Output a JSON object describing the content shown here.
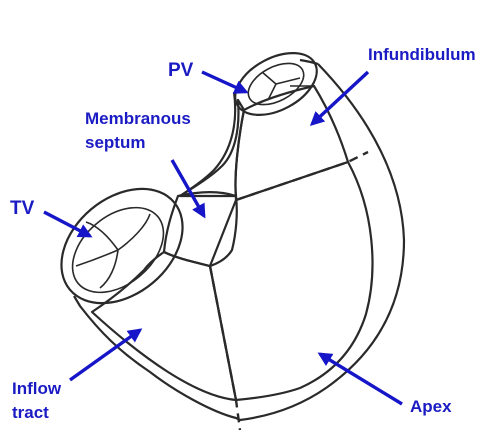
{
  "colors": {
    "infundibulum": "#ffff24",
    "membranous_septum": "#f20d0d",
    "apex": "#3ef0f4",
    "inflow_tract": "#1a66e6",
    "label_text": "#1b1bc4",
    "arrow": "#1616c8",
    "outline": "#2a2a2a"
  },
  "labels": {
    "pv": "PV",
    "infundibulum": "Infundibulum",
    "membranous_line1": "Membranous",
    "membranous_line2": "septum",
    "tv": "TV",
    "inflow_line1": "Inflow",
    "inflow_line2": "tract",
    "apex": "Apex"
  }
}
